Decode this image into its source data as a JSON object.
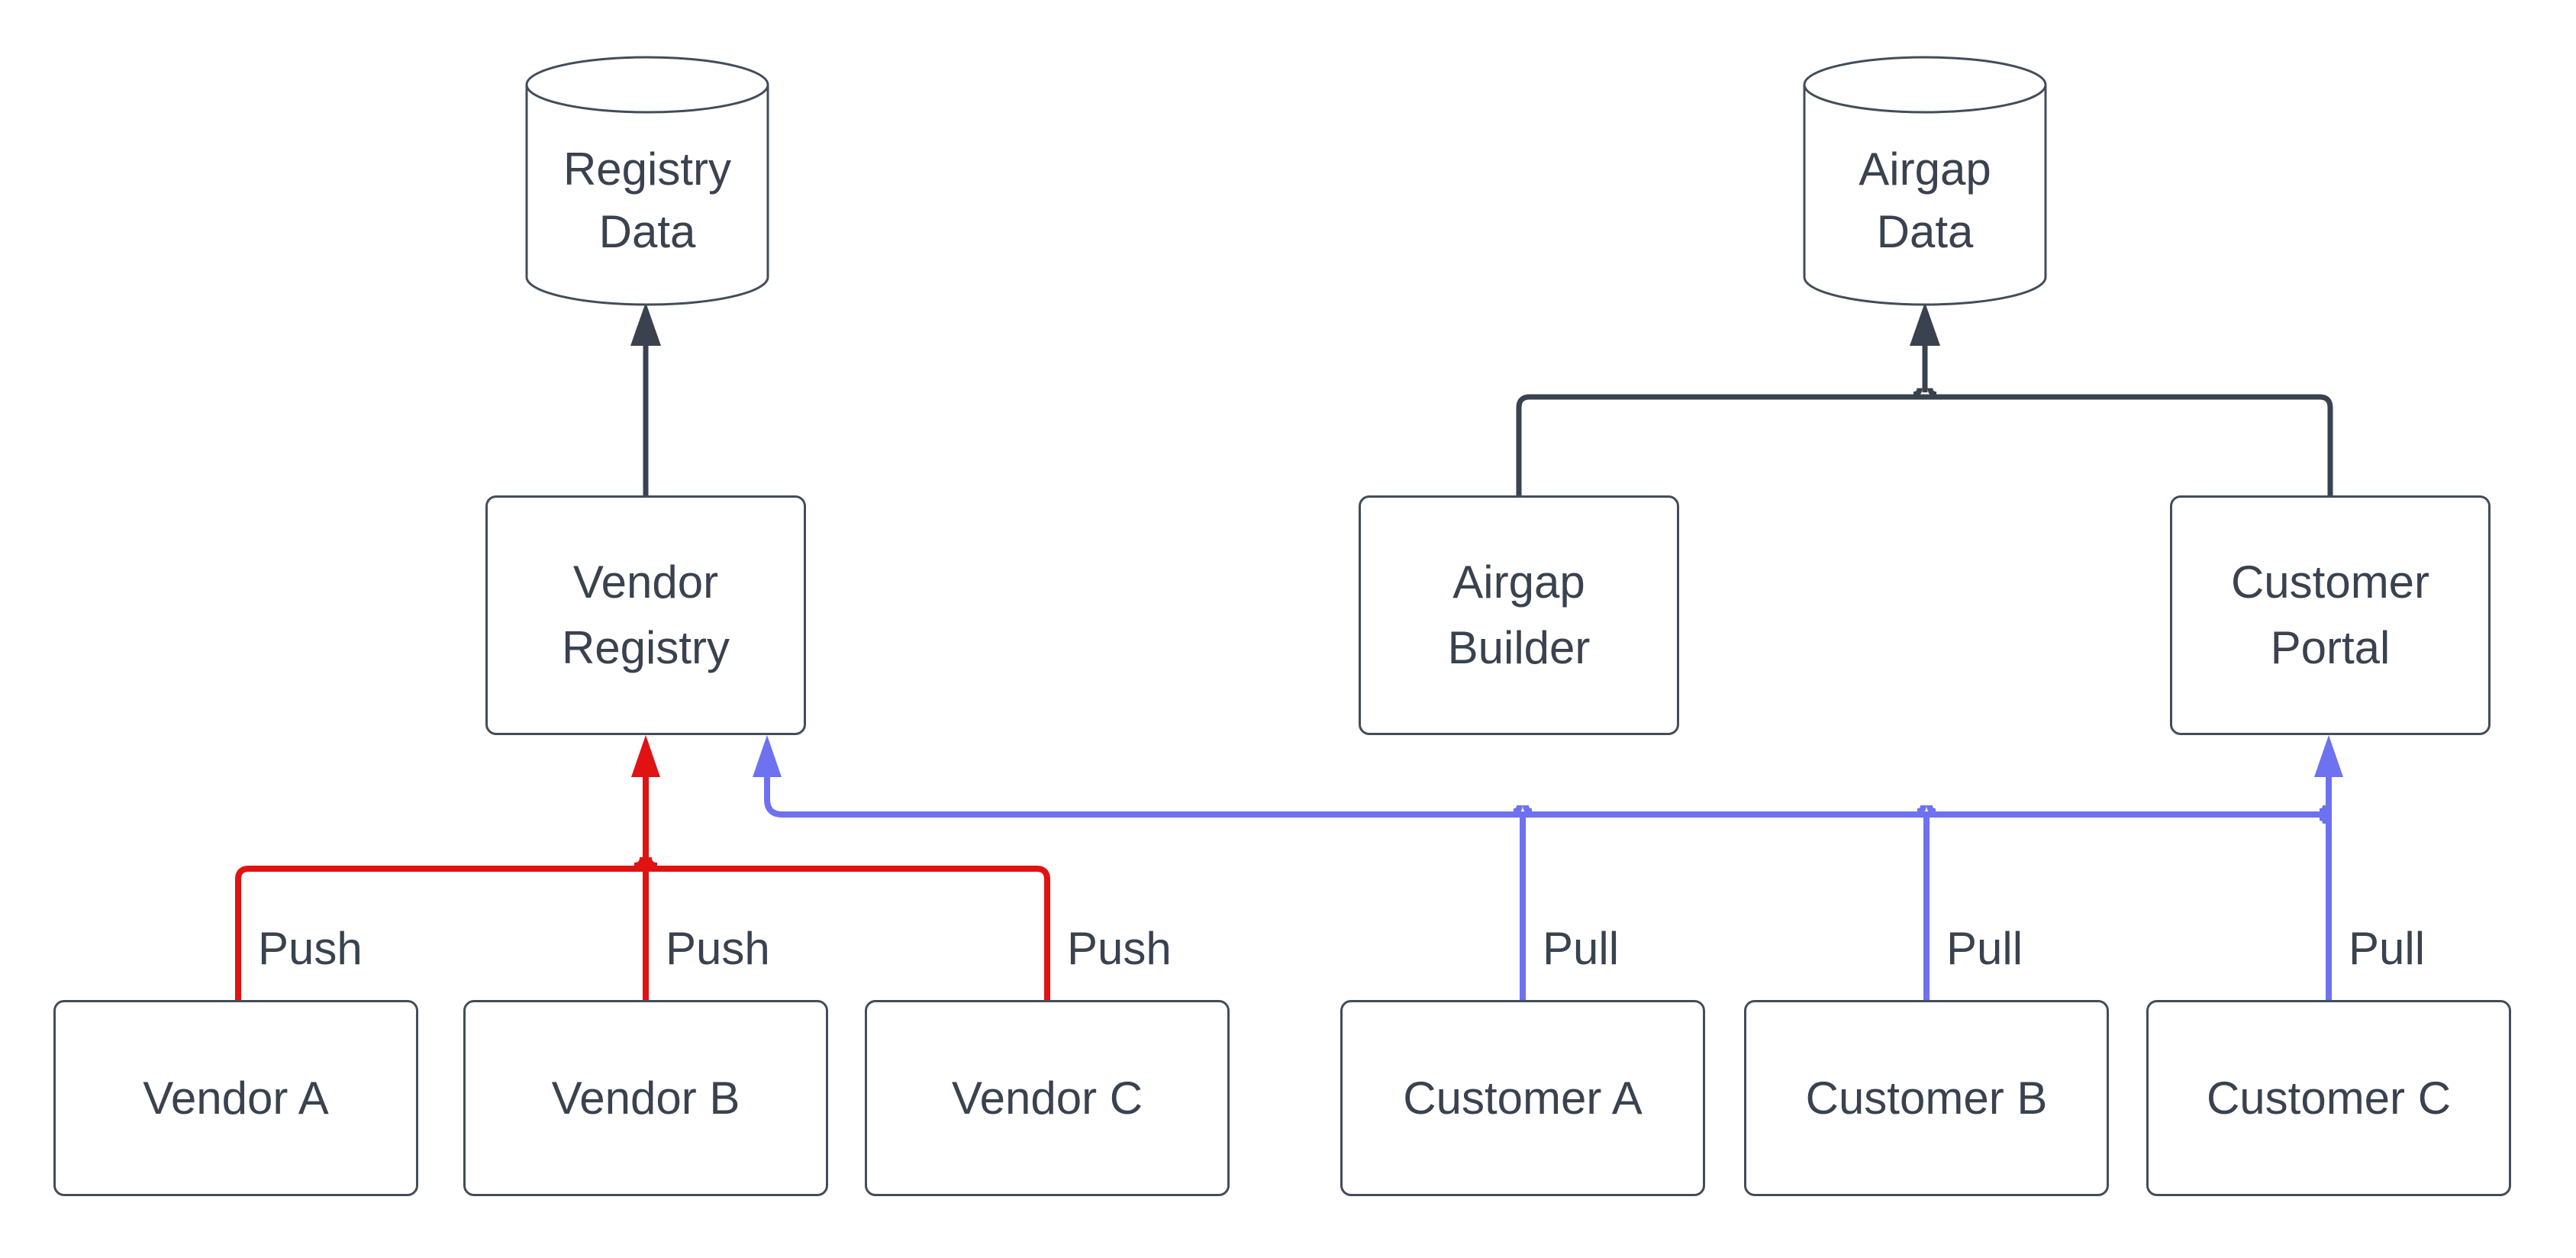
{
  "diagram_type": "flowchart",
  "colors": {
    "background": "#FFFFFF",
    "node_fill": "#FFFFFF",
    "node_border": "#434D59",
    "text": "#39424E",
    "flow": "#39424E",
    "push": "#E11212",
    "pull": "#6E71F0"
  },
  "nodes": {
    "registry_data": {
      "shape": "cylinder",
      "label": "Registry\nData"
    },
    "airgap_data": {
      "shape": "cylinder",
      "label": "Airgap\nData"
    },
    "vendor_registry": {
      "shape": "rectangle",
      "label": "Vendor\nRegistry"
    },
    "airgap_builder": {
      "shape": "rectangle",
      "label": "Airgap\nBuilder"
    },
    "customer_portal": {
      "shape": "rectangle",
      "label": "Customer\nPortal"
    },
    "vendor_a": {
      "shape": "rectangle",
      "label": "Vendor A"
    },
    "vendor_b": {
      "shape": "rectangle",
      "label": "Vendor B"
    },
    "vendor_c": {
      "shape": "rectangle",
      "label": "Vendor C"
    },
    "customer_a": {
      "shape": "rectangle",
      "label": "Customer A"
    },
    "customer_b": {
      "shape": "rectangle",
      "label": "Customer B"
    },
    "customer_c": {
      "shape": "rectangle",
      "label": "Customer C"
    }
  },
  "edges": [
    {
      "from": "vendor_registry",
      "to": "registry_data",
      "color_role": "flow",
      "label": ""
    },
    {
      "from": "airgap_builder",
      "to": "airgap_data",
      "color_role": "flow",
      "label": ""
    },
    {
      "from": "customer_portal",
      "to": "airgap_data",
      "color_role": "flow",
      "label": ""
    },
    {
      "from": "vendor_a",
      "to": "vendor_registry",
      "color_role": "push",
      "label": "Push"
    },
    {
      "from": "vendor_b",
      "to": "vendor_registry",
      "color_role": "push",
      "label": "Push"
    },
    {
      "from": "vendor_c",
      "to": "vendor_registry",
      "color_role": "push",
      "label": "Push"
    },
    {
      "from": "customer_a",
      "to": "vendor_registry, customer_portal",
      "color_role": "pull",
      "label": "Pull"
    },
    {
      "from": "customer_b",
      "to": "vendor_registry, customer_portal",
      "color_role": "pull",
      "label": "Pull"
    },
    {
      "from": "customer_c",
      "to": "vendor_registry, customer_portal",
      "color_role": "pull",
      "label": "Pull"
    }
  ]
}
